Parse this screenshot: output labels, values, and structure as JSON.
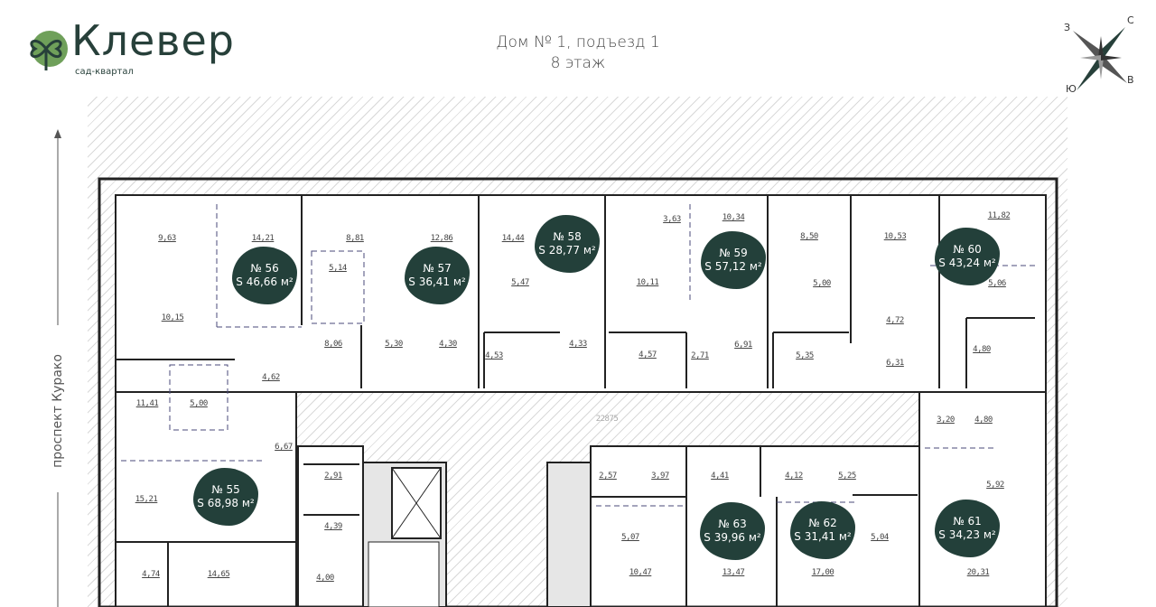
{
  "logo": {
    "name": "Клевер",
    "subtitle": "сад-квартал",
    "color": "#27403a"
  },
  "header": {
    "line1": "Дом № 1, подъезд 1",
    "line2": "8 этаж"
  },
  "compass": {
    "n": "С",
    "s": "Ю",
    "e": "В",
    "w": "З"
  },
  "street": "проспект Курако",
  "corridor_label": "22875",
  "apartments": [
    {
      "number": "№ 56",
      "area": "S 46,66 м²"
    },
    {
      "number": "№ 57",
      "area": "S 36,41 м²"
    },
    {
      "number": "№ 58",
      "area": "S 28,77 м²"
    },
    {
      "number": "№ 59",
      "area": "S 57,12 м²"
    },
    {
      "number": "№ 60",
      "area": "S 43,24 м²"
    },
    {
      "number": "№ 55",
      "area": "S 68,98 м²"
    },
    {
      "number": "№ 63",
      "area": "S 39,96 м²"
    },
    {
      "number": "№ 62",
      "area": "S 31,41 м²"
    },
    {
      "number": "№ 61",
      "area": "S 34,23 м²"
    }
  ],
  "rooms": [
    "9,63",
    "14,21",
    "8,81",
    "12,86",
    "14,44",
    "3,63",
    "10,34",
    "8,50",
    "10,53",
    "11,82",
    "5,14",
    "5,47",
    "10,11",
    "5,00",
    "5,06",
    "10,15",
    "8,06",
    "5,30",
    "4,30",
    "4,53",
    "4,33",
    "4,72",
    "4,57",
    "2,71",
    "6,91",
    "5,35",
    "6,31",
    "4,80",
    "4,62",
    "11,41",
    "5,00",
    "6,67",
    "3,20",
    "4,80",
    "2,91",
    "2,57",
    "3,97",
    "4,41",
    "4,12",
    "5,25",
    "5,92",
    "15,21",
    "4,39",
    "5,07",
    "5,04",
    "4,74",
    "14,65",
    "4,00",
    "10,47",
    "13,47",
    "17,00",
    "20,31"
  ],
  "colors": {
    "badge": "#23403a",
    "wall": "#222222",
    "hatch": "#d9d9d9"
  }
}
